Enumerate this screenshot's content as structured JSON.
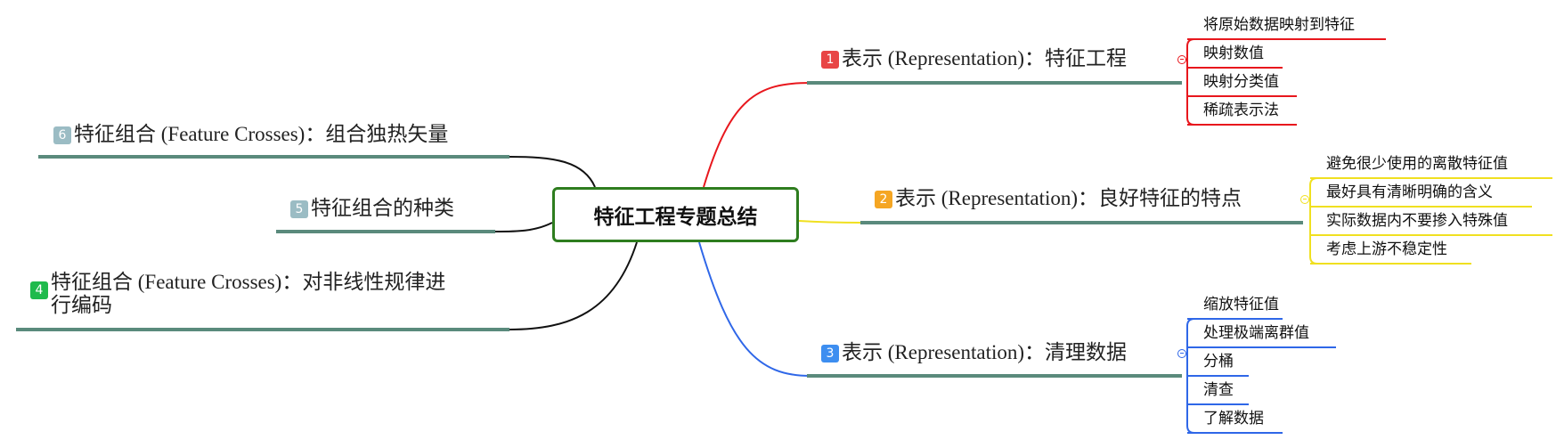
{
  "central": "特征工程专题总结",
  "colors": {
    "central_border": "#2e7d1f",
    "underline": "#5a8a7c",
    "red": "#e8171d",
    "yellow": "#f0e020",
    "blue": "#2f67e8",
    "black": "#111111",
    "badge1": "#e84545",
    "badge2": "#f5a623",
    "badge3": "#3d8ef0",
    "badge4": "#1fba4c",
    "badge56": "#9bbcc4"
  },
  "right_topics": [
    {
      "badge": "1",
      "label": "表示 (Representation)：特征工程",
      "children": [
        "将原始数据映射到特征",
        "映射数值",
        "映射分类值",
        "稀疏表示法"
      ]
    },
    {
      "badge": "2",
      "label": "表示 (Representation)：良好特征的特点",
      "children": [
        "避免很少使用的离散特征值",
        "最好具有清晰明确的含义",
        "实际数据内不要掺入特殊值",
        "考虑上游不稳定性"
      ]
    },
    {
      "badge": "3",
      "label": "表示 (Representation)：清理数据",
      "children": [
        "缩放特征值",
        "处理极端离群值",
        "分桶",
        "清查",
        "了解数据"
      ]
    }
  ],
  "left_topics": [
    {
      "badge": "6",
      "label": "特征组合 (Feature Crosses)：组合独热矢量"
    },
    {
      "badge": "5",
      "label": "特征组合的种类"
    },
    {
      "badge": "4",
      "line1": "特征组合 (Feature Crosses)：对非线性规律进",
      "line2": "行编码"
    }
  ]
}
